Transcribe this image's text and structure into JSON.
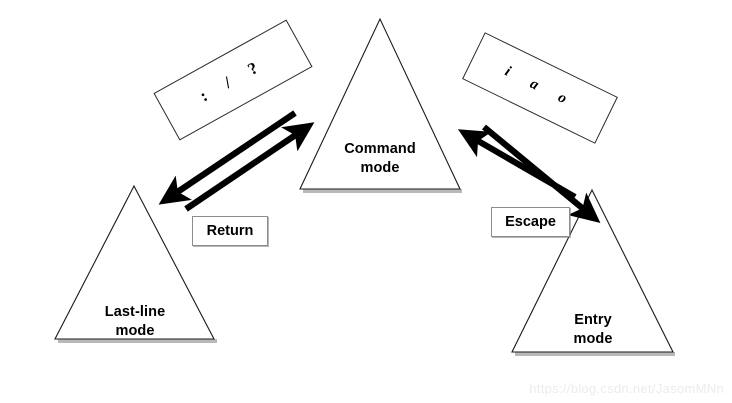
{
  "diagram": {
    "title": "vi editor mode transition diagram",
    "background_color": "#ffffff",
    "line_color": "#1a1a1a",
    "arrow_color": "#000000",
    "watermark": "https://blog.csdn.net/JasomMNn",
    "nodes": [
      {
        "id": "command",
        "label_line1": "Command",
        "label_line2": "mode",
        "shape": "triangle",
        "position": "top-center"
      },
      {
        "id": "lastline",
        "label_line1": "Last-line",
        "label_line2": "mode",
        "shape": "triangle",
        "position": "bottom-left"
      },
      {
        "id": "entry",
        "label_line1": "Entry",
        "label_line2": "mode",
        "shape": "triangle",
        "position": "bottom-right"
      }
    ],
    "key_boxes": [
      {
        "id": "lastline-keys",
        "text": ": / ?",
        "rotation_deg": -29,
        "describes": "keys entering Last-line mode"
      },
      {
        "id": "entry-keys",
        "text": "i a o",
        "rotation_deg": 26,
        "describes": "keys entering Entry mode"
      }
    ],
    "action_boxes": [
      {
        "id": "return",
        "label": "Return",
        "describes": "key returning from Last-line mode to Command mode"
      },
      {
        "id": "escape",
        "label": "Escape",
        "describes": "key returning from Entry mode to Command mode"
      }
    ],
    "edges": [
      {
        "id": "command-to-lastline",
        "from": "Command mode",
        "to": "Last-line mode",
        "direction": "down-left"
      },
      {
        "id": "lastline-to-command",
        "from": "Last-line mode",
        "to": "Command mode",
        "direction": "up-right"
      },
      {
        "id": "entry-to-command",
        "from": "Entry mode",
        "to": "Command mode",
        "direction": "up-left"
      },
      {
        "id": "command-to-entry",
        "from": "Command mode",
        "to": "Entry mode",
        "direction": "down-right"
      }
    ]
  }
}
